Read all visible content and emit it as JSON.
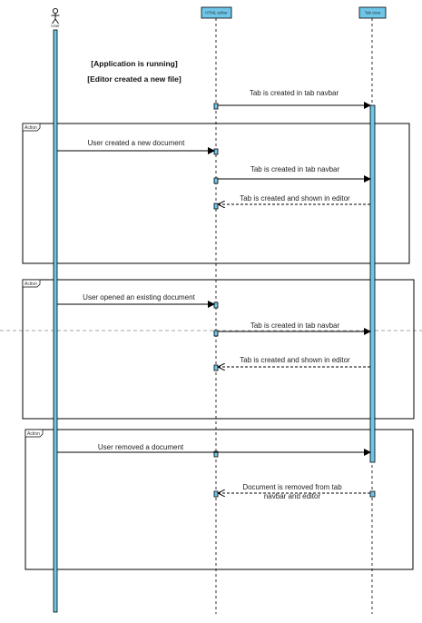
{
  "participants": {
    "user": {
      "label": "User"
    },
    "html_editor": {
      "label": "HTML editor"
    },
    "tab_view": {
      "label": "Tab view"
    }
  },
  "notes": {
    "app_running": "[Application is running]",
    "editor_created": "[Editor created a new file]"
  },
  "fragments": [
    {
      "tag": "Action"
    },
    {
      "tag": "Action"
    },
    {
      "tag": "Action"
    }
  ],
  "messages": {
    "m1": "Tab is created in tab navbar",
    "m2": "User created a new document",
    "m3": "Tab is created in tab navbar",
    "m4": "Tab is created and shown in editor",
    "m5": "User opened an existing document",
    "m6": "Tab is created in tab navbar",
    "m7": "Tab is created and shown in editor",
    "m8": "User removed a document",
    "m9_line1": "Document is removed from tab",
    "m9_line2": "navbar and editor"
  },
  "colors": {
    "lifeline_fill": "#6ec6e8",
    "line": "#000000",
    "background": "#ffffff"
  }
}
